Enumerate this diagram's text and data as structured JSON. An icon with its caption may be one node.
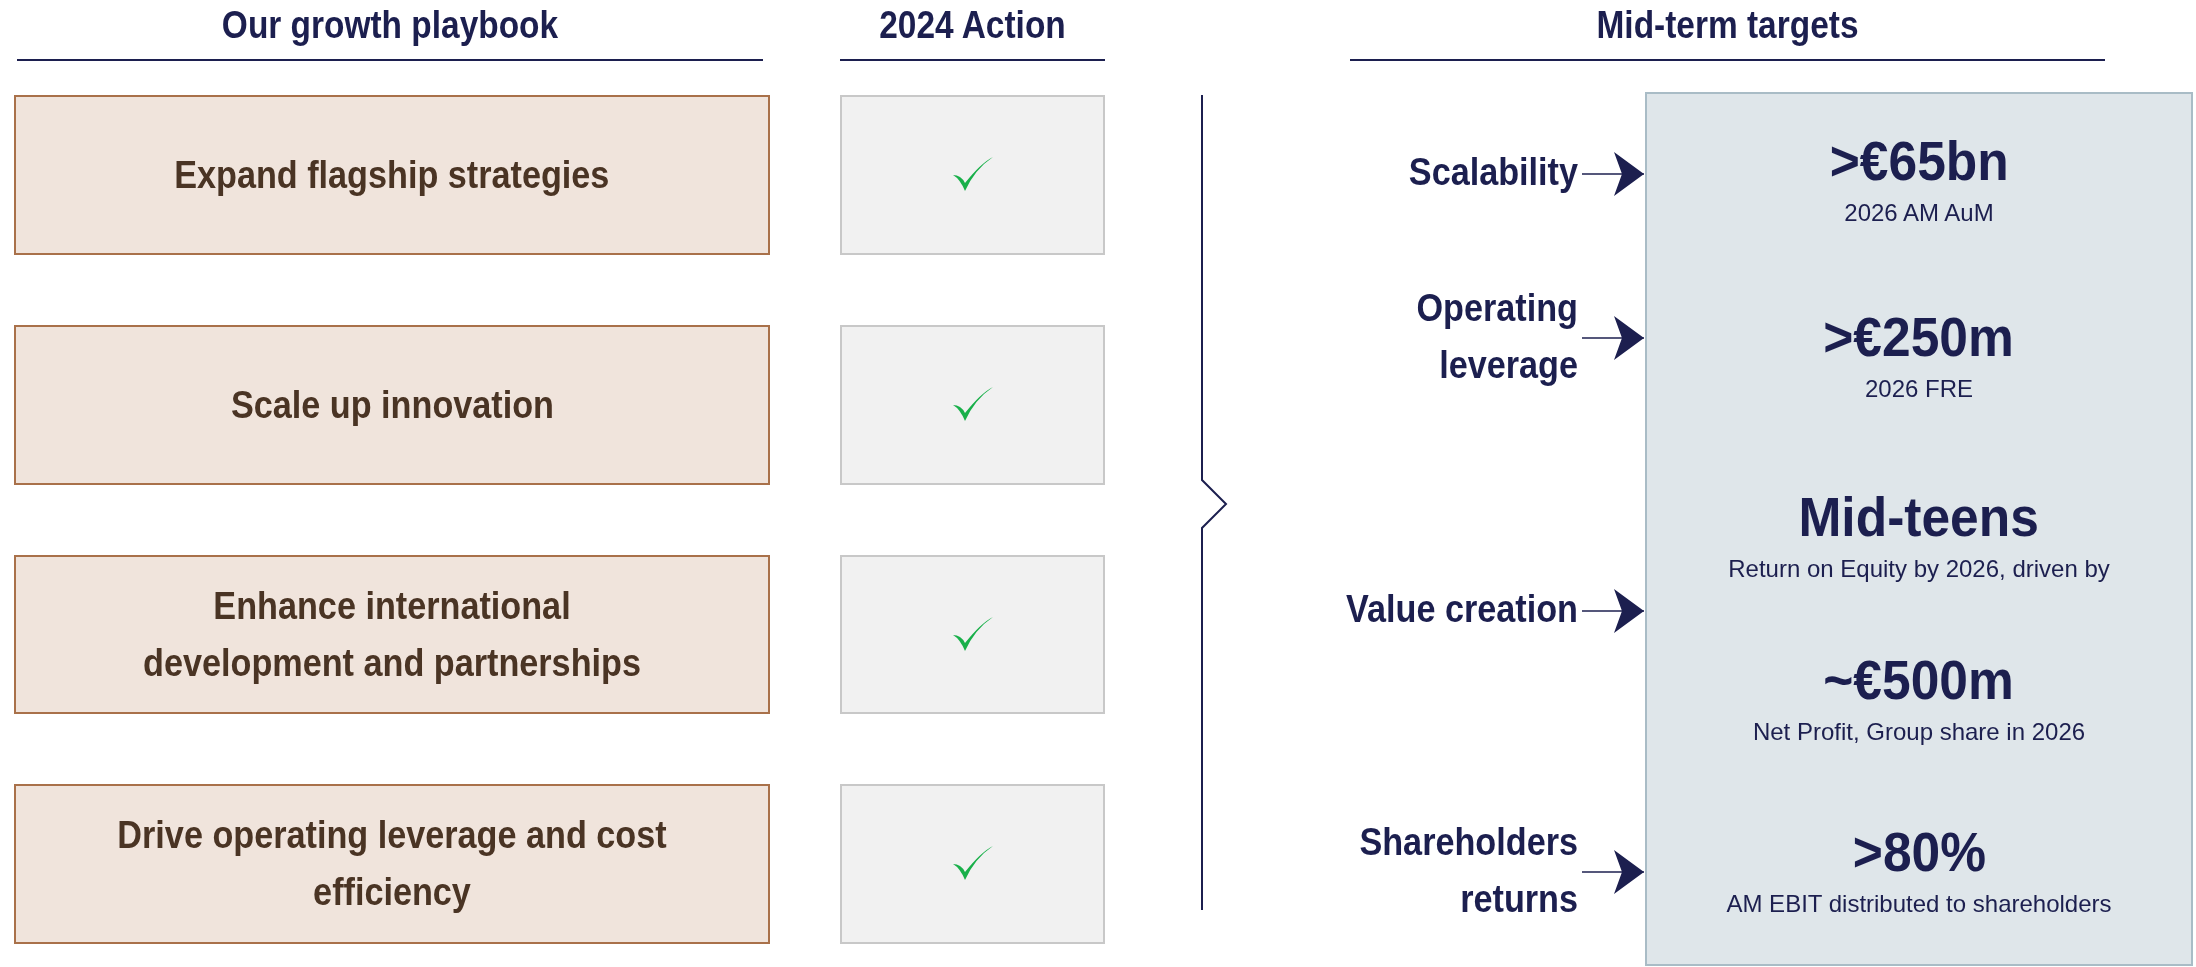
{
  "diagram": {
    "nodes": [
      {
        "text": [
          "Expand flagship strategies"
        ]
      },
      {
        "text": [
          "Scale up innovation"
        ]
      },
      {
        "text": [
          "Enhance international development and partnerships"
        ]
      },
      {
        "text": [
          "Drive operating leverage and cost efficiency"
        ]
      },
      {
        "text": [],
        "shape": "box"
      },
      {
        "text": [],
        "shape": "box"
      },
      {
        "text": [],
        "shape": "box"
      },
      {
        "text": [],
        "shape": "box"
      },
      {
        "text": [
          "Scalability"
        ]
      },
      {
        "text": [
          "Operating leverage"
        ]
      },
      {
        "text": [
          "Value creation"
        ]
      },
      {
        "text": [
          "Shareholders returns"
        ]
      },
      {
        "text": [],
        "shape": "box"
      },
      {
        "text": [
          ">€65bn",
          "2026 AM AuM"
        ],
        "in": 12
      },
      {
        "text": [
          ">€250m",
          "2026 FRE"
        ],
        "in": 12
      },
      {
        "text": [
          "Mid-teens",
          "Return on Equity by 2026, driven by"
        ],
        "in": 12
      },
      {
        "text": [
          "~€500m",
          "Net Profit, Group share in 2026"
        ],
        "in": 12
      },
      {
        "text": [
          ">80%",
          "AM EBIT distributed to shareholders"
        ],
        "in": 12
      }
    ],
    "edges": [
      {
        "from": 8,
        "to": 12,
        "arrow": "to"
      },
      {
        "from": 9,
        "to": 12,
        "arrow": "to"
      },
      {
        "from": 10,
        "to": 12,
        "arrow": "to"
      },
      {
        "from": 11,
        "to": 12,
        "arrow": "to"
      }
    ],
    "labels": [
      "Our growth playbook",
      "2024 Action",
      "Mid-term targets"
    ]
  }
}
